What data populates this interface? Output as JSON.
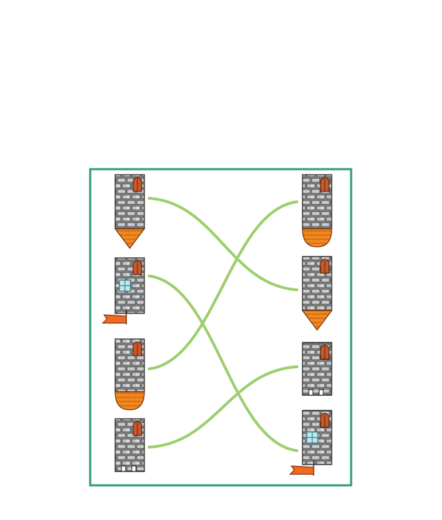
{
  "colors": {
    "frame": "#2e9b7c",
    "connector": "#9ccf6c",
    "stone_fill": "#a9aaab",
    "stone_shade": "#d6d7d8",
    "stone_line": "#3a3a3a",
    "window_fill": "#c9582b",
    "roof_orange": "#f08a1c",
    "roof_dark": "#c9581b",
    "glass": "#bfe9ef",
    "flag": "#f06a1f"
  },
  "diagram": {
    "left_column": [
      {
        "id": "L1",
        "body": "stone-tower",
        "top_window": "arched-window",
        "bottom": "pointed-roof",
        "extras": []
      },
      {
        "id": "L2",
        "body": "stone-tower",
        "top_window": "arched-window",
        "bottom": "none",
        "extras": [
          "glass-window",
          "flag"
        ]
      },
      {
        "id": "L3",
        "body": "stone-tower",
        "top_window": "arched-window",
        "bottom": "rounded-roof",
        "extras": []
      },
      {
        "id": "L4",
        "body": "stone-tower",
        "top_window": "arched-window",
        "bottom": "battlements",
        "extras": []
      }
    ],
    "right_column": [
      {
        "id": "R1",
        "body": "stone-tower",
        "top_window": "arched-window",
        "bottom": "rounded-roof",
        "extras": []
      },
      {
        "id": "R2",
        "body": "stone-tower",
        "top_window": "arched-window",
        "bottom": "pointed-roof",
        "extras": []
      },
      {
        "id": "R3",
        "body": "stone-tower",
        "top_window": "arched-window",
        "bottom": "battlements",
        "extras": []
      },
      {
        "id": "R4",
        "body": "stone-tower",
        "top_window": "arched-window",
        "bottom": "none",
        "extras": [
          "glass-window",
          "flag"
        ]
      }
    ],
    "connections": [
      {
        "from": "L1",
        "to": "R2"
      },
      {
        "from": "L2",
        "to": "R4"
      },
      {
        "from": "L3",
        "to": "R1"
      },
      {
        "from": "L4",
        "to": "R3"
      }
    ]
  }
}
